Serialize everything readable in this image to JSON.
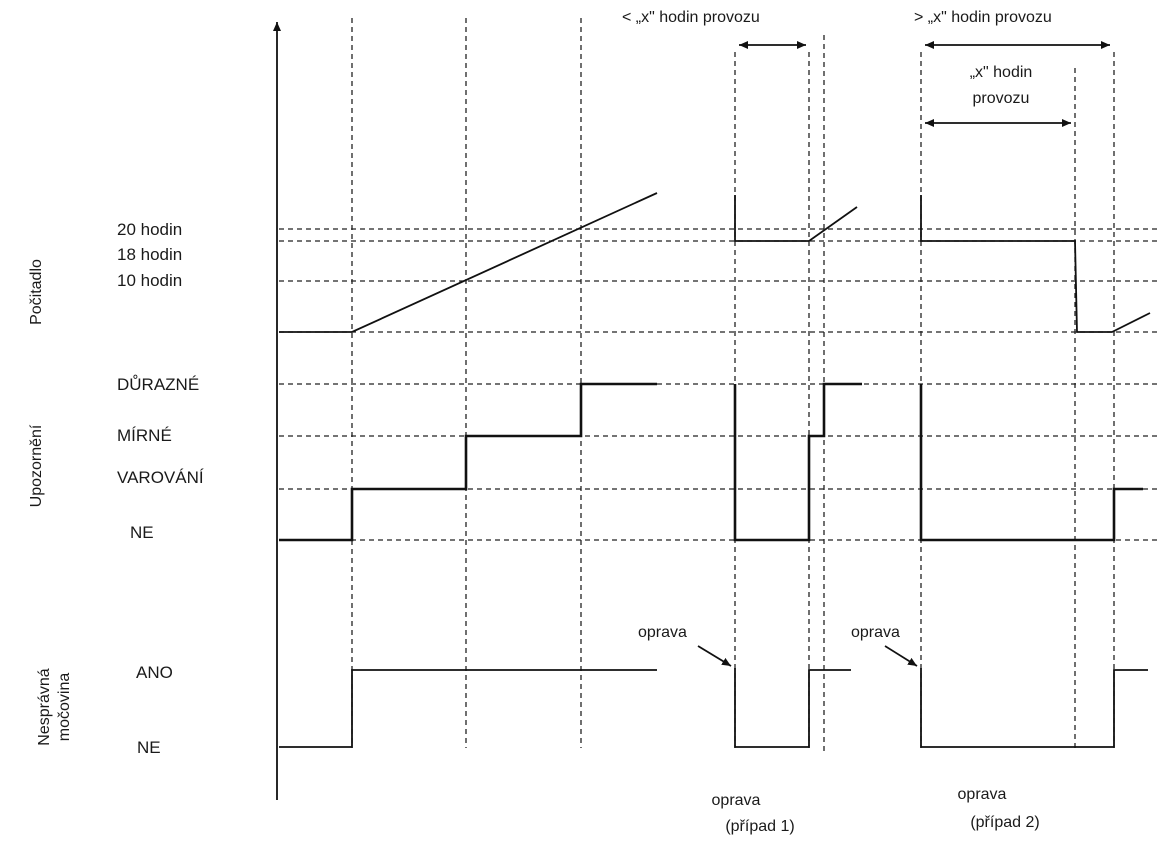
{
  "rows": {
    "counter": {
      "title": "Počitadlo",
      "levels": [
        "20 hodin",
        "18 hodin",
        "10 hodin"
      ]
    },
    "warning": {
      "title": "Upozornění",
      "levels": [
        "DŮRAZNÉ",
        "MÍRNÉ",
        "VAROVÁNÍ",
        "NE"
      ]
    },
    "wrong_fluid": {
      "title_line1": "Nesprávná",
      "title_line2": "močovina",
      "levels": [
        "ANO",
        "NE"
      ]
    }
  },
  "annotations": {
    "less_than": "< „x\" hodin provozu",
    "greater_than": "> „x\" hodin provozu",
    "x_hours_line1": "„x\" hodin",
    "x_hours_line2": "provozu",
    "repair": "oprava",
    "repair_case1_line1": "oprava",
    "repair_case1_line2": "(případ 1)",
    "repair_case2_line1": "oprava",
    "repair_case2_line2": "(případ 2)"
  }
}
